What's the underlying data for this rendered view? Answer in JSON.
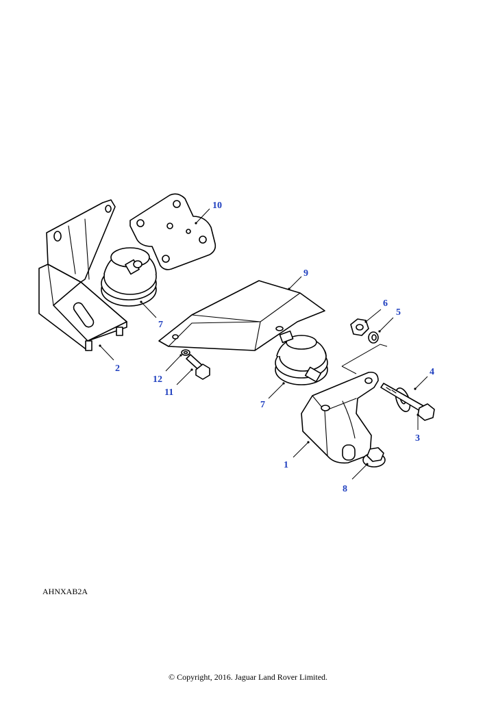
{
  "diagram": {
    "callout_color": "#1f3fbf",
    "line_color": "#000000",
    "callouts": [
      "10",
      "9",
      "7",
      "2",
      "12",
      "11",
      "7",
      "6",
      "5",
      "4",
      "3",
      "1",
      "8"
    ]
  },
  "footer": {
    "reference_code": "AHNXAB2A",
    "copyright": "© Copyright, 2016. Jaguar Land Rover Limited."
  }
}
